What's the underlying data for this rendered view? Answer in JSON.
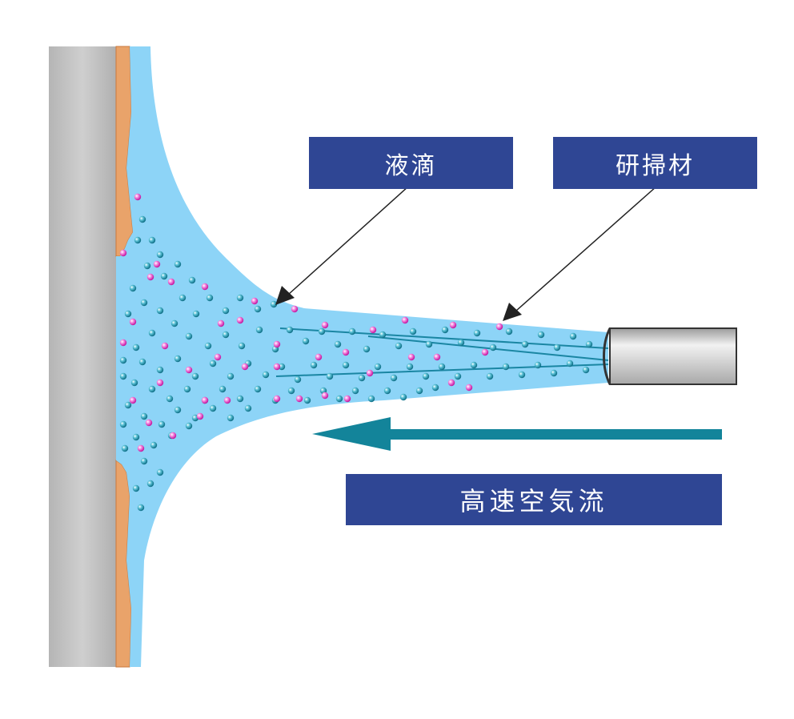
{
  "labels": {
    "droplet": "液滴",
    "abrasive": "研掃材",
    "airflow": "高速空気流"
  },
  "colors": {
    "wall": "#c4c4c4",
    "coating": "#e9a36a",
    "spray": "#8dd4f7",
    "droplet_particle": "#1f8fa8",
    "abrasive_particle": "#e93cc5",
    "arrow": "#13849a",
    "label_box": "#2f4694"
  },
  "icons": {
    "nozzle": "nozzle-icon",
    "airflow_arrow": "arrow-left-icon"
  }
}
